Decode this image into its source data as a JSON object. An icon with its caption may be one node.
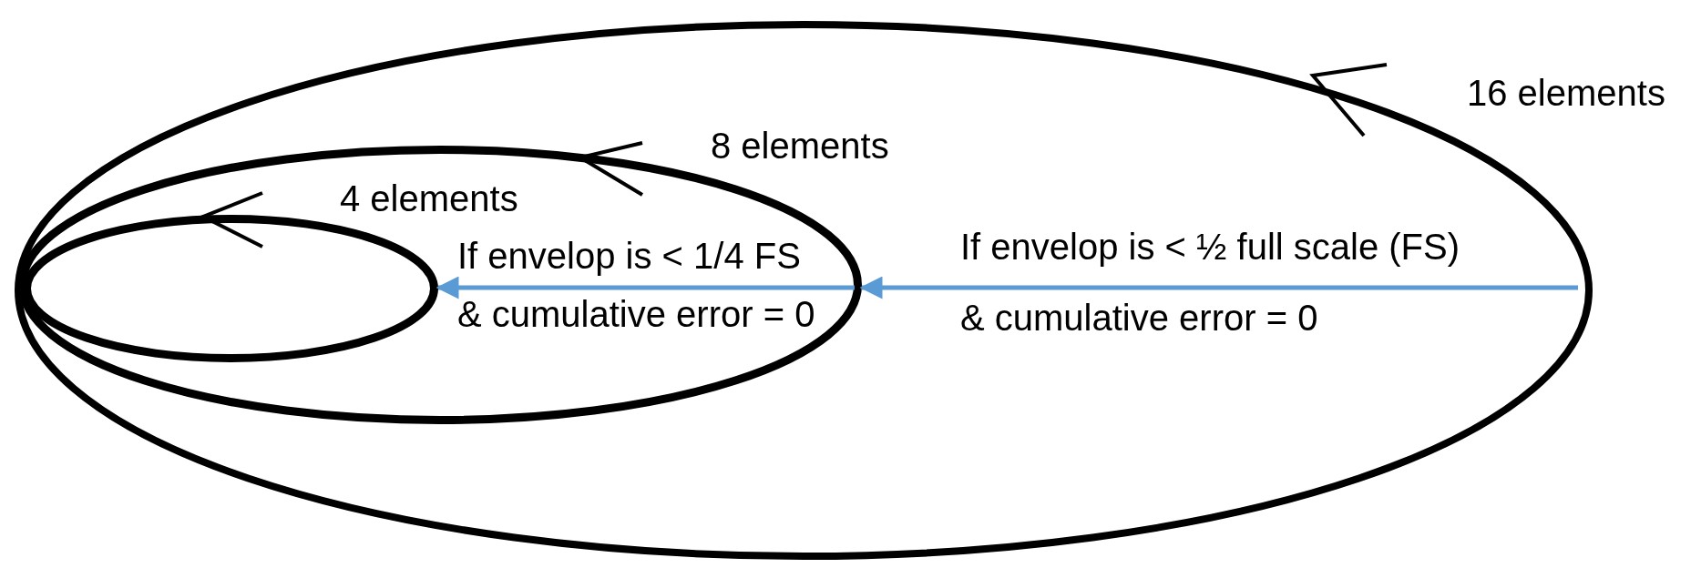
{
  "diagram": {
    "nodes": [
      {
        "text": [
          "16 elements"
        ]
      },
      {
        "text": [
          "8 elements"
        ],
        "in": 0
      },
      {
        "text": [
          "4 elements"
        ],
        "in": 1
      }
    ],
    "edges": [
      {
        "from": null,
        "to": 1,
        "arrow": "to",
        "label": "If envelop is < ½ full scale (FS) & cumulative error = 0"
      },
      {
        "from": 1,
        "to": 2,
        "arrow": "to",
        "label": "If envelop is < 1/4 FS & cumulative error = 0"
      }
    ]
  }
}
